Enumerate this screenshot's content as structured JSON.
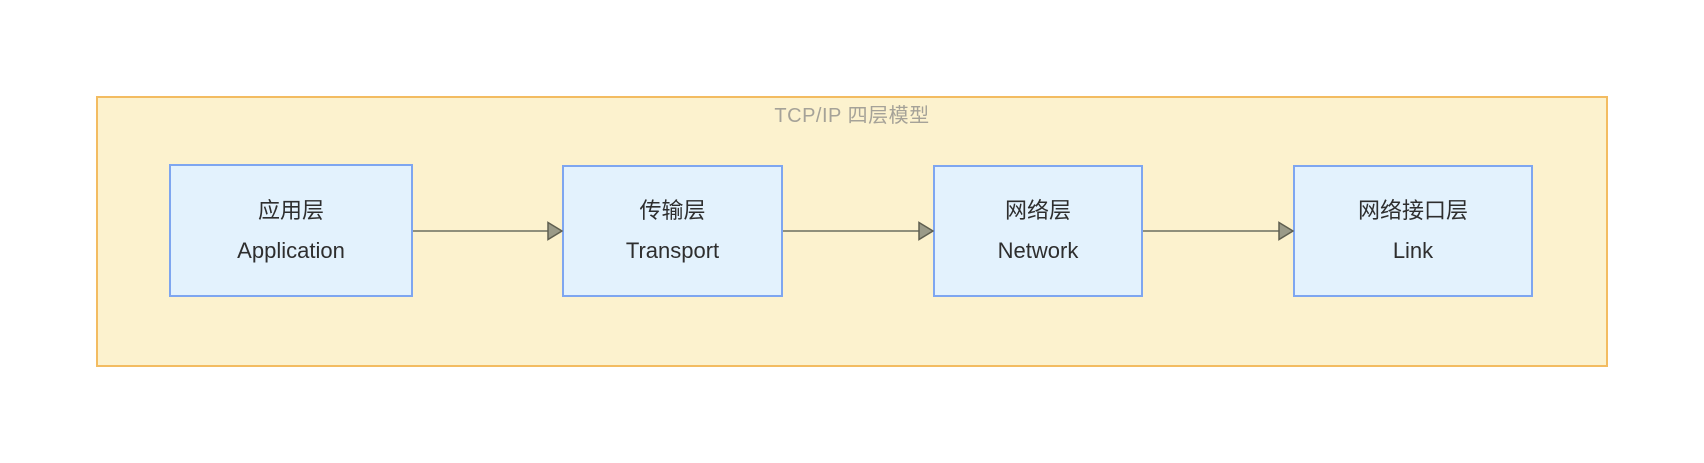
{
  "diagram": {
    "title": "TCP/IP 四层模型",
    "type": "flow-left-to-right",
    "nodes": [
      {
        "id": "application",
        "label_zh": "应用层",
        "label_en": "Application"
      },
      {
        "id": "transport",
        "label_zh": "传输层",
        "label_en": "Transport"
      },
      {
        "id": "network",
        "label_zh": "网络层",
        "label_en": "Network"
      },
      {
        "id": "link",
        "label_zh": "网络接口层",
        "label_en": "Link"
      }
    ],
    "edges": [
      {
        "from": "application",
        "to": "transport"
      },
      {
        "from": "transport",
        "to": "network"
      },
      {
        "from": "network",
        "to": "link"
      }
    ],
    "colors": {
      "cluster_fill": "#FCF2CE",
      "cluster_border": "#F3BC61",
      "title_text": "#A5A298",
      "node_fill": "#E3F2FD",
      "node_border": "#7EA6F0",
      "node_text": "#2E2E2E",
      "arrow_line": "#8F8F7B",
      "arrow_head_fill": "#9A9A88",
      "arrow_head_stroke": "#5F5F50"
    }
  }
}
